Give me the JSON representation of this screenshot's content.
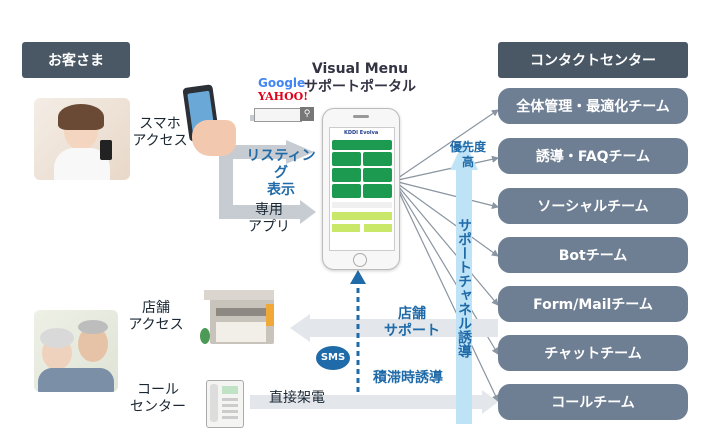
{
  "headers": {
    "customer": "お客さま",
    "contact_center": "コンタクトセンター"
  },
  "portal": {
    "title_line1": "Visual Menu",
    "title_line2": "サポートポータル",
    "brand": "KDDI Evolva"
  },
  "search_brands": {
    "google": "Google",
    "yahoo": "YAHOO!"
  },
  "channels": {
    "smartphone": [
      "スマホ",
      "アクセス"
    ],
    "listing": [
      "リスティング",
      "表示"
    ],
    "dedicated_app": [
      "専用",
      "アプリ"
    ],
    "store_access": [
      "店舗",
      "アクセス"
    ],
    "store_support": [
      "店舗",
      "サポート"
    ],
    "sms": "SMS",
    "congestion_guide": "積滞時誘導",
    "call_center": [
      "コール",
      "センター"
    ],
    "direct_call": "直接架電"
  },
  "priority": {
    "label": [
      "優先度",
      "高"
    ],
    "arrow_text": "サポートチャネル誘導"
  },
  "teams": [
    "全体管理・最適化チーム",
    "誘導・FAQチーム",
    "ソーシャルチーム",
    "Botチーム",
    "Form/Mailチーム",
    "チャットチーム",
    "コールチーム"
  ],
  "colors": {
    "header_bg": "#4a5866",
    "team_bg": "#6f7f93",
    "arrow_blue": "#1f6aa8",
    "screen_green": "#1c9a4f"
  }
}
